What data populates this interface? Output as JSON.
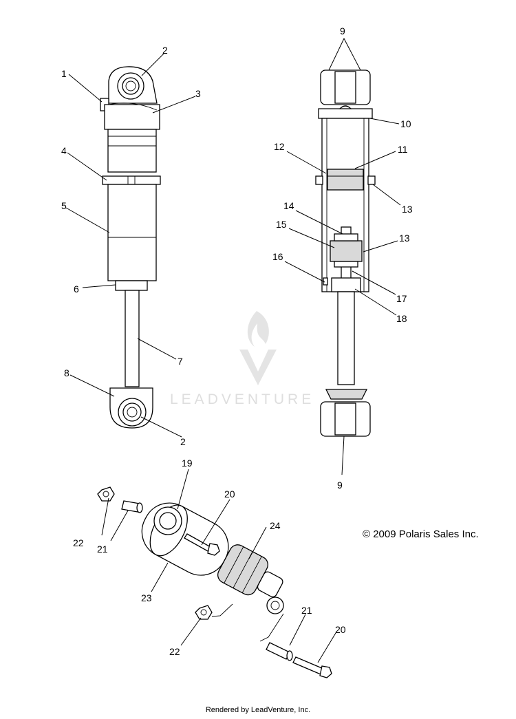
{
  "watermark": {
    "text": "LEADVENTURE"
  },
  "copyright": "© 2009 Polaris Sales Inc.",
  "footer": "Rendered by LeadVenture, Inc.",
  "callouts": {
    "c1": "1",
    "c2a": "2",
    "c3": "3",
    "c4": "4",
    "c5": "5",
    "c6": "6",
    "c7": "7",
    "c8": "8",
    "c2b": "2",
    "c9a": "9",
    "c10": "10",
    "c11": "11",
    "c12": "12",
    "c13a": "13",
    "c14": "14",
    "c15": "15",
    "c13b": "13",
    "c16": "16",
    "c17": "17",
    "c18": "18",
    "c9b": "9",
    "c19": "19",
    "c20a": "20",
    "c24": "24",
    "c22a": "22",
    "c21a": "21",
    "c23": "23",
    "c22b": "22",
    "c21b": "21",
    "c20b": "20"
  }
}
